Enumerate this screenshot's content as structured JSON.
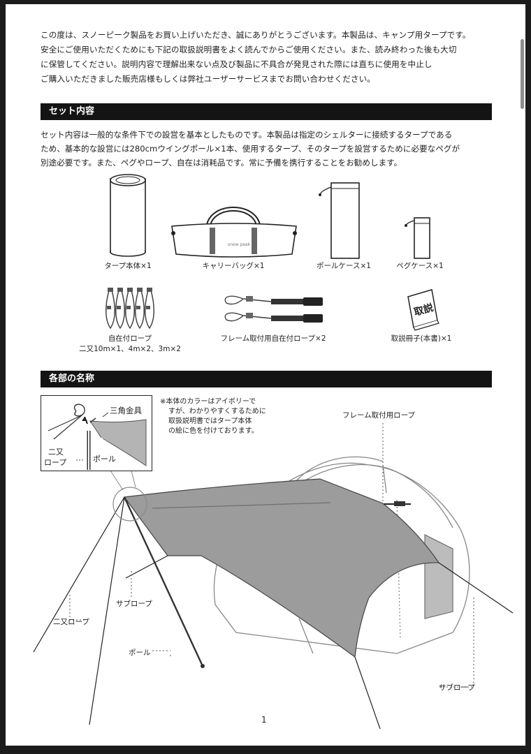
{
  "intro": {
    "lines": [
      "この度は、スノーピーク製品をお買い上げいただき、誠にありがとうございます。本製品は、キャンプ用タープです。",
      "安全にご使用いただくためにも下記の取扱説明書をよく読んでからご使用ください。また、読み終わった後も大切",
      "に保管してください。説明内容で理解出来ない点及び製品に不具合が発見された際には直ちに使用を中止し",
      "ご購入いただきました販売店様もしくは弊社ユーザーサービスまでお問い合わせください。"
    ]
  },
  "set_contents": {
    "title": "セット内容",
    "lines": [
      "セット内容は一般的な条件下での設営を基本としたものです。本製品は指定のシェルターに接続するタープである",
      "ため、基本的な設営には280cmウイングポール×1本、使用するタープ、そのタープを設営するために必要なペグが",
      "別途必要です。また、ペグやロープ、自在は消耗品です。常に予備を携行することをお勧めします。"
    ],
    "items": [
      {
        "label": "タープ本体×1"
      },
      {
        "label": "キャリーバッグ×1"
      },
      {
        "label": "ポールケース×1"
      },
      {
        "label": "ペグケース×1"
      },
      {
        "label": "自在付ロープ",
        "label2": "二又10m×1、4m×2、3m×2"
      },
      {
        "label": "フレーム取付用自在付ロープ×2"
      },
      {
        "label": "取説冊子(本書)×1",
        "booklet_text": "取説"
      }
    ],
    "bag_logo": "snow peak"
  },
  "parts": {
    "title": "各部の名称",
    "note_lines": [
      "※本体のカラーはアイボリーで",
      "すが、わかりやすくするために",
      "取扱説明書ではタープ本体",
      "の絵に色を付けております。"
    ],
    "inset": {
      "triangle": "三角金具",
      "futamata_1": "二又",
      "futamata_2": "ロープ",
      "pole": "ポール"
    },
    "labels": {
      "frame_rope": "フレーム取付用ロープ",
      "sub_rope_left": "サブロープ",
      "futamata_rope": "二又ロープ",
      "pole": "ポール",
      "sub_rope_right": "サブロープ"
    }
  },
  "page_number": "1",
  "colors": {
    "tarp": "#9c9c9c",
    "section_bar": "#141414"
  }
}
